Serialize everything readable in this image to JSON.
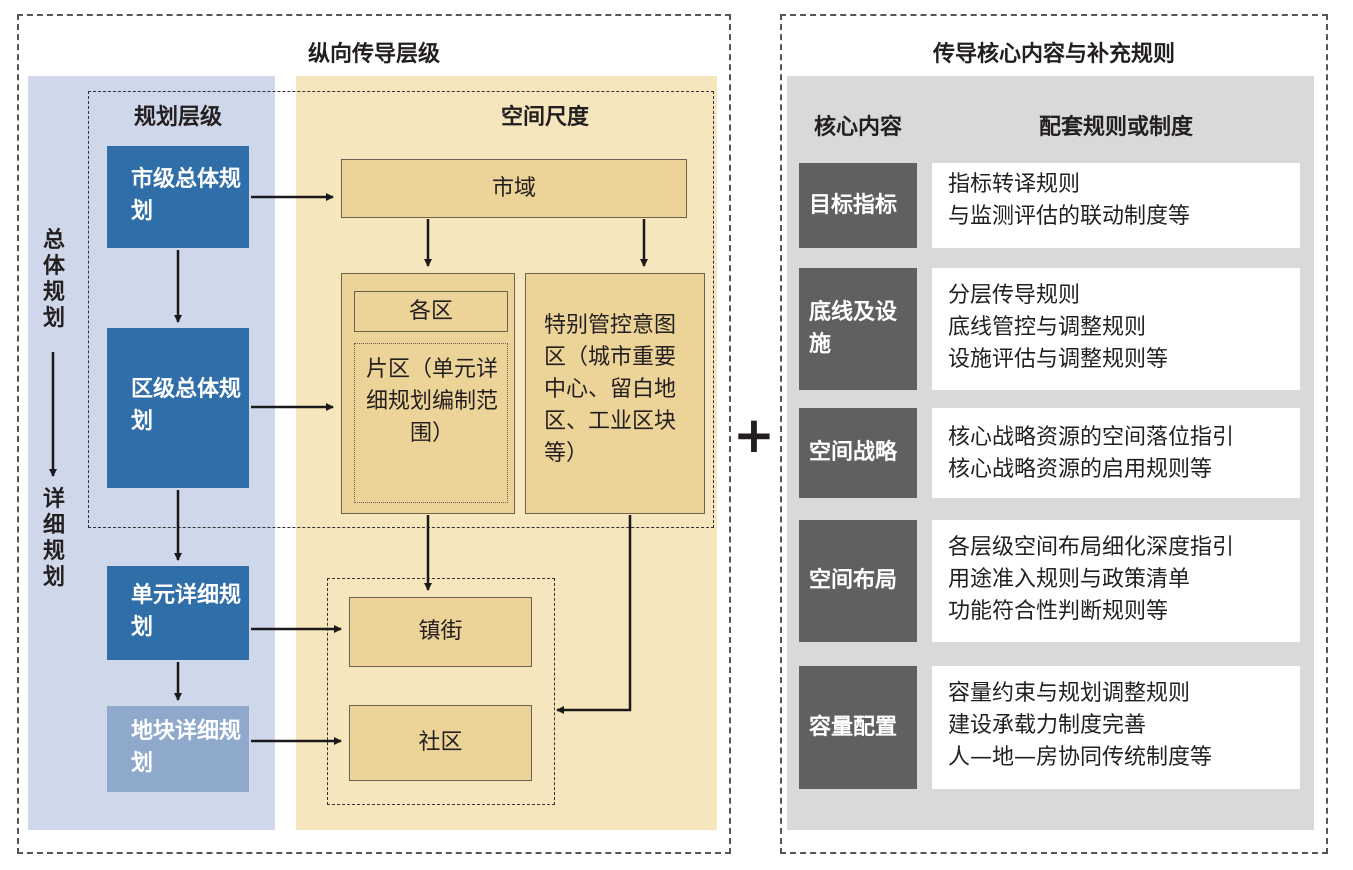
{
  "left_panel": {
    "title": "纵向传导层级",
    "side_top": "总体规划",
    "side_bottom": "详细规划",
    "col_levels": "规划层级",
    "col_scale": "空间尺度",
    "levels": [
      {
        "label": "市级总体规划"
      },
      {
        "label": "区级总体规划"
      },
      {
        "label": "单元详细规划"
      },
      {
        "label": "地块详细规划"
      }
    ],
    "scales": {
      "city": "市域",
      "district": "各区",
      "zone": "片区（单元详细规划编制范围）",
      "special": "特别管控意图区（城市重要中心、留白地区、工业区块等）",
      "town": "镇街",
      "community": "社区"
    }
  },
  "plus": "+",
  "right_panel": {
    "title": "传导核心内容与补充规则",
    "col_core": "核心内容",
    "col_rules": "配套规则或制度",
    "rows": [
      {
        "core": "目标指标",
        "rules": [
          "指标转译规则",
          "与监测评估的联动制度等"
        ]
      },
      {
        "core": "底线及设施",
        "rules": [
          "分层传导规则",
          "底线管控与调整规则",
          "设施评估与调整规则等"
        ]
      },
      {
        "core": "空间战略",
        "rules": [
          "核心战略资源的空间落位指引",
          "核心战略资源的启用规则等"
        ]
      },
      {
        "core": "空间布局",
        "rules": [
          "各层级空间布局细化深度指引",
          "用途准入规则与政策清单",
          "功能符合性判断规则等"
        ]
      },
      {
        "core": "容量配置",
        "rules": [
          "容量约束与规划调整规则",
          "建设承载力制度完善",
          "人—地—房协同传统制度等"
        ]
      }
    ]
  },
  "colors": {
    "level_dark": "#2f6ea8",
    "level_light": "#8ea9cb",
    "scale_fill": "#ecd398",
    "blue_bg": "#cfd7ea",
    "yellow_bg": "#f6e6bd",
    "gray_bg": "#d9d9db",
    "core_fill": "#606060"
  }
}
